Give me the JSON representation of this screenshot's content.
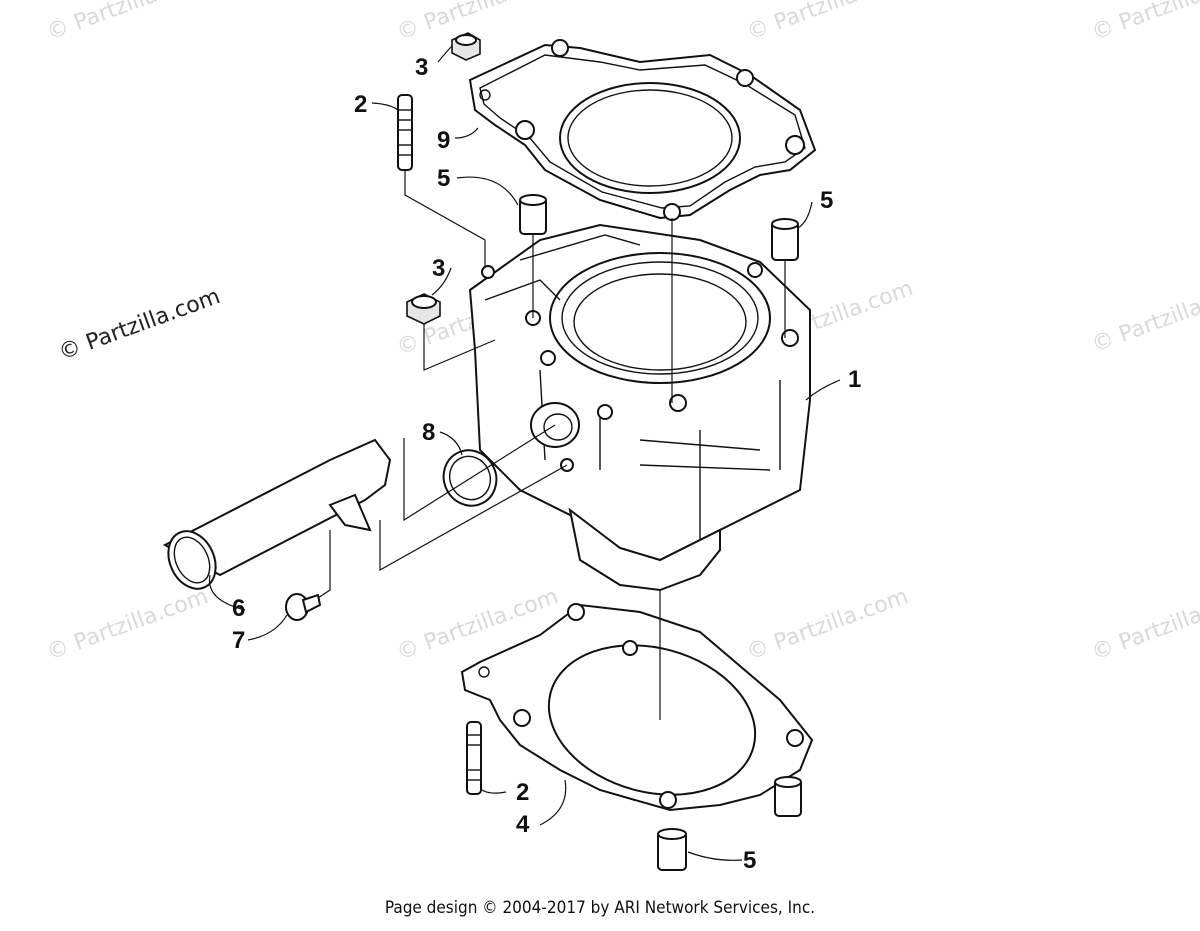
{
  "watermark": {
    "text": "© Partzilla.com"
  },
  "callouts": {
    "c1": "1",
    "c2a": "2",
    "c2b": "2",
    "c3a": "3",
    "c3b": "3",
    "c4": "4",
    "c5a": "5",
    "c5b": "5",
    "c5c": "5",
    "c6": "6",
    "c7": "7",
    "c8": "8",
    "c9": "9"
  },
  "footer": {
    "text": "Page design © 2004-2017 by ARI Network Services, Inc."
  }
}
